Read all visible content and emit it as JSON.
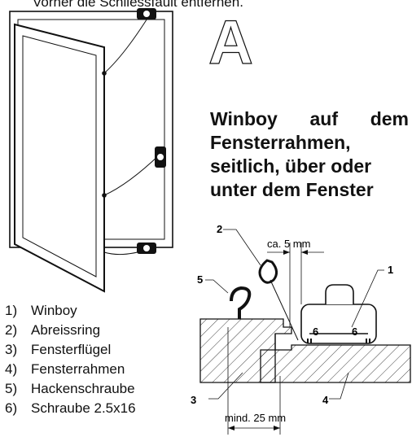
{
  "top_caption": "Vorher die Schliessfault entfernen.",
  "section_letter": "A",
  "heading": {
    "line1_words": [
      "Winboy",
      "auf",
      "dem"
    ],
    "line2": "Fensterrahmen,",
    "line3": "seitlich, über oder",
    "line4": "unter dem Fenster"
  },
  "legend": [
    {
      "num": "1)",
      "label": "Winboy"
    },
    {
      "num": "2)",
      "label": "Abreissring"
    },
    {
      "num": "3)",
      "label": "Fensterflügel"
    },
    {
      "num": "4)",
      "label": "Fensterrahmen"
    },
    {
      "num": "5)",
      "label": "Hackenschraube"
    },
    {
      "num": "6)",
      "label": "Schraube 2.5x16"
    }
  ],
  "callouts": {
    "c1": "1",
    "c2": "2",
    "c3": "3",
    "c4": "4",
    "c5": "5",
    "c6a": "6",
    "c6b": "6"
  },
  "dimensions": {
    "gap": "ca. 5 mm",
    "min": "mind. 25 mm"
  }
}
